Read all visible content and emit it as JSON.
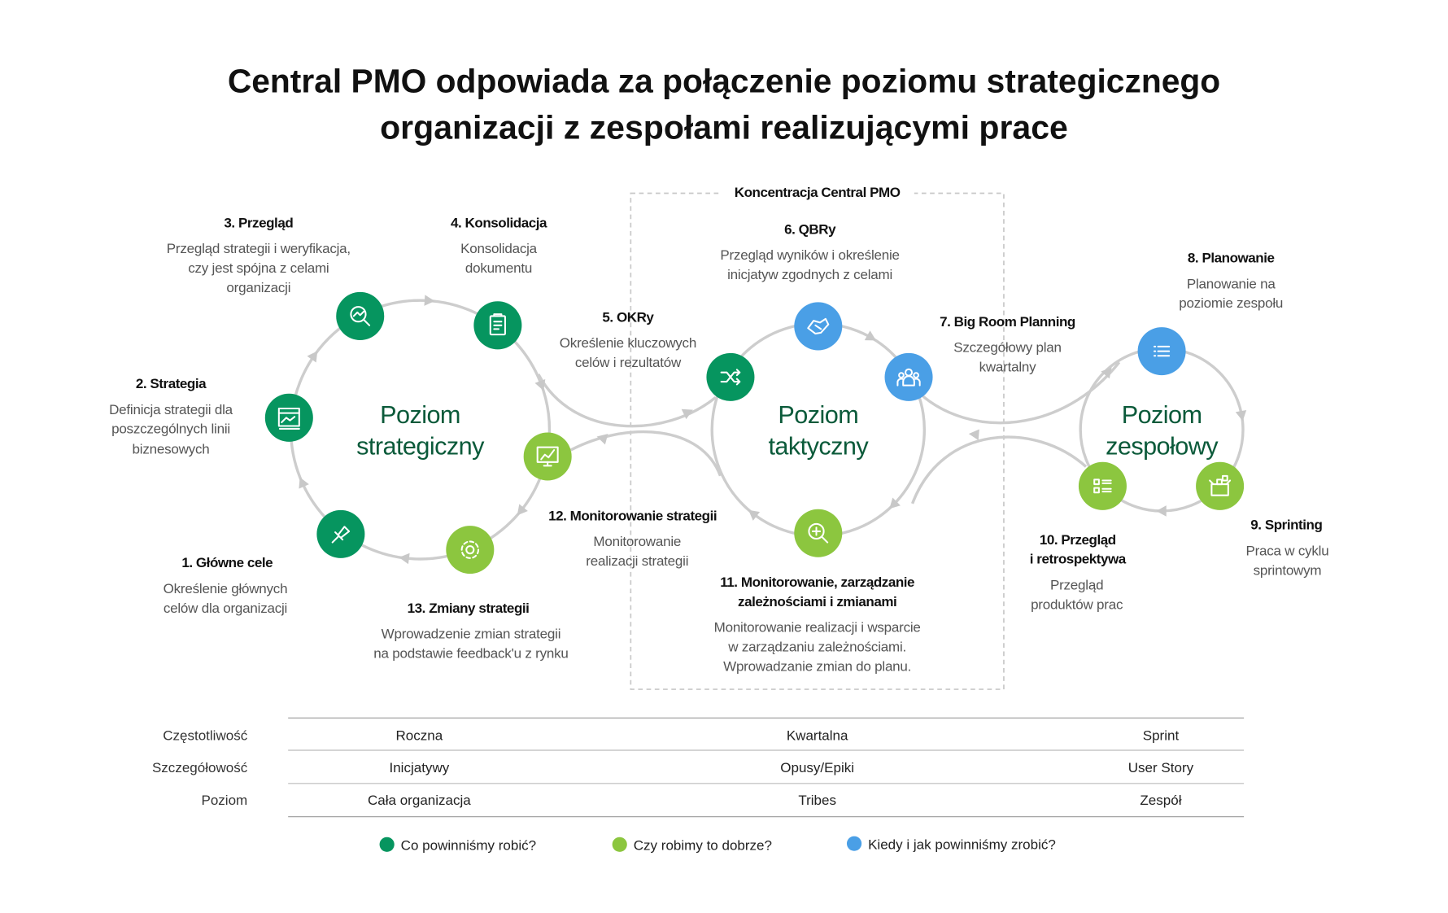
{
  "title": [
    "Central PMO odpowiada za połączenie poziomu strategicznego",
    "organizacji z zespołami realizującymi prace"
  ],
  "focus_box_label": "Koncentracja Central PMO",
  "colors": {
    "dark_green": "#06955f",
    "light_green": "#8cc63f",
    "blue": "#4a9fe6",
    "center_text": "#0b5a3a"
  },
  "levels": [
    {
      "line1": "Poziom",
      "line2": "strategiczny"
    },
    {
      "line1": "Poziom",
      "line2": "taktyczny"
    },
    {
      "line1": "Poziom",
      "line2": "zespołowy"
    }
  ],
  "steps": {
    "s1": {
      "title": "1.  Główne cele",
      "desc": [
        "Określenie głównych",
        "celów dla organizacji"
      ],
      "icon": "pin-icon"
    },
    "s2": {
      "title": "2. Strategia",
      "desc": [
        "Definicja strategii dla",
        "poszczególnych linii",
        "biznesowych"
      ],
      "icon": "browser-chart-icon"
    },
    "s3": {
      "title": "3. Przegląd",
      "desc": [
        "Przegląd strategii i weryfikacja,",
        "czy jest spójna z celami",
        "organizacji"
      ],
      "icon": "magnifier-trend-icon"
    },
    "s4": {
      "title": "4. Konsolidacja",
      "desc": [
        "Konsolidacja",
        "dokumentu"
      ],
      "icon": "clipboard-icon"
    },
    "s5": {
      "title": "5. OKRy",
      "desc": [
        "Określenie kluczowych",
        "celów i rezultatów"
      ],
      "icon": "shuffle-icon"
    },
    "s6": {
      "title": "6. QBRy",
      "desc": [
        "Przegląd wyników i określenie",
        "inicjatyw zgodnych z celami"
      ],
      "icon": "handshake-icon"
    },
    "s7": {
      "title": "7. Big Room Planning",
      "desc": [
        "Szczegółowy plan",
        "kwartalny"
      ],
      "icon": "team-icon"
    },
    "s8": {
      "title": "8. Planowanie",
      "desc": [
        "Planowanie na",
        "poziomie zespołu"
      ],
      "icon": "list-icon"
    },
    "s9": {
      "title": "9. Sprinting",
      "desc": [
        "Praca w cyklu",
        "sprintowym"
      ],
      "icon": "box-icon"
    },
    "s10": {
      "title": [
        "10. Przegląd",
        "i retrospektywa"
      ],
      "desc": [
        "Przegląd",
        "produktów prac"
      ],
      "icon": "checklist-icon"
    },
    "s11": {
      "title": [
        "11. Monitorowanie, zarządzanie",
        "zależnościami i zmianami"
      ],
      "desc": [
        "Monitorowanie realizacji i wsparcie",
        "w zarządzaniu zależnościami.",
        "Wprowadzanie zmian do planu."
      ],
      "icon": "zoom-in-icon"
    },
    "s12": {
      "title": "12. Monitorowanie strategii",
      "desc": [
        "Monitorowanie",
        "realizacji strategii"
      ],
      "icon": "monitor-chart-icon"
    },
    "s13": {
      "title": "13. Zmiany strategii",
      "desc": [
        "Wprowadzenie zmian strategii",
        "na podstawie feedback'u z rynku"
      ],
      "icon": "gear-icon"
    }
  },
  "table": {
    "rows": [
      {
        "label": "Częstotliwość",
        "values": [
          "Roczna",
          "Kwartalna",
          "Sprint"
        ]
      },
      {
        "label": "Szczegółowość",
        "values": [
          "Inicjatywy",
          "Opusy/Epiki",
          "User Story"
        ]
      },
      {
        "label": "Poziom",
        "values": [
          "Cała organizacja",
          "Tribes",
          "Zespół"
        ]
      }
    ]
  },
  "legend": [
    {
      "label": "Co powinniśmy robić?",
      "color": "#06955f"
    },
    {
      "label": "Czy robimy to dobrze?",
      "color": "#8cc63f"
    },
    {
      "label": "Kiedy i jak powinniśmy zrobić?",
      "color": "#4a9fe6"
    }
  ]
}
